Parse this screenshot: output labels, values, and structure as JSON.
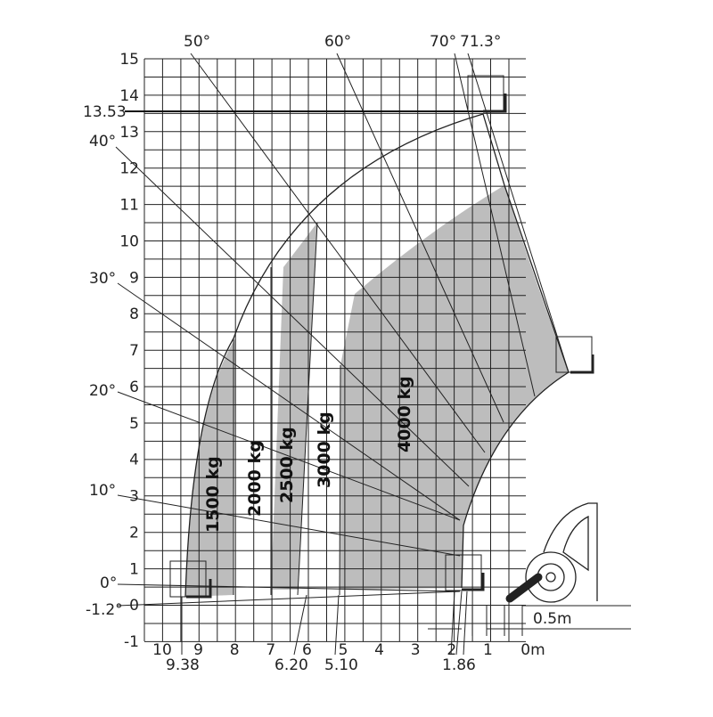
{
  "colors": {
    "grid": "#222222",
    "fill": "#bdbdbd",
    "ink": "#111111",
    "background": "#ffffff"
  },
  "chart": {
    "y_ticks": [
      "15",
      "14",
      "13",
      "12",
      "11",
      "10",
      "9",
      "8",
      "7",
      "6",
      "5",
      "4",
      "3",
      "2",
      "1",
      "0",
      "-1"
    ],
    "x_ticks": [
      "10",
      "9",
      "8",
      "7",
      "6",
      "5",
      "4",
      "3",
      "2",
      "1",
      "0m"
    ],
    "special_y": {
      "max_height": "13.53"
    },
    "special_x": [
      "9.38",
      "6.20",
      "5.10",
      "1.86"
    ],
    "offset_label": "0.5m",
    "angles": [
      "71.3°",
      "70°",
      "60°",
      "50°",
      "40°",
      "30°",
      "20°",
      "10°",
      "0°",
      "-1.2°"
    ],
    "load_zones": [
      "1500 kg",
      "2000 kg",
      "2500 kg",
      "3000 kg",
      "4000 kg"
    ]
  },
  "chart_data": {
    "type": "load-chart",
    "x_unit": "m",
    "y_unit": "m",
    "xlim": [
      10,
      0
    ],
    "ylim": [
      -1,
      15
    ],
    "max_lift_height": 13.53,
    "max_outreach": 9.38,
    "boom_angles_deg": [
      71.3,
      70,
      60,
      50,
      40,
      30,
      20,
      10,
      0,
      -1.2
    ],
    "zones": [
      {
        "name": "1500 kg",
        "outreach_to": 9.38
      },
      {
        "name": "2000 kg",
        "outreach_to": 8.0
      },
      {
        "name": "2500 kg",
        "outreach_to": 6.2
      },
      {
        "name": "3000 kg",
        "outreach_to": 5.1
      },
      {
        "name": "4000 kg",
        "outreach_to": 1.86
      }
    ]
  }
}
